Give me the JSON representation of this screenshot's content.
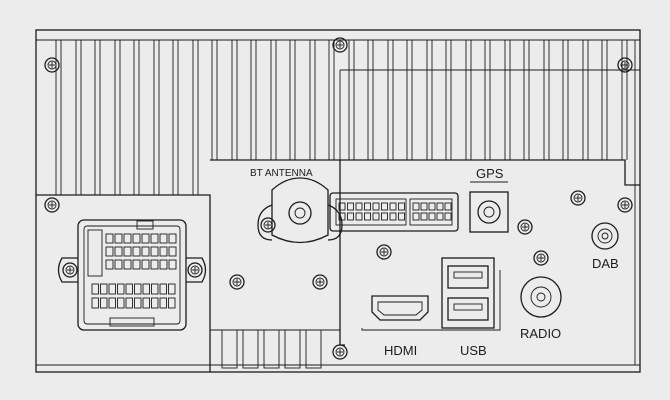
{
  "labels": {
    "bt_antenna": "BT  ANTENNA",
    "gps": "GPS",
    "dab": "DAB",
    "hdmi": "HDMI",
    "usb": "USB",
    "radio": "RADIO"
  },
  "colors": {
    "background": "#ececec",
    "line": "#1c1c1c"
  },
  "icons": [
    "screw-icon",
    "coax-connector-icon"
  ]
}
